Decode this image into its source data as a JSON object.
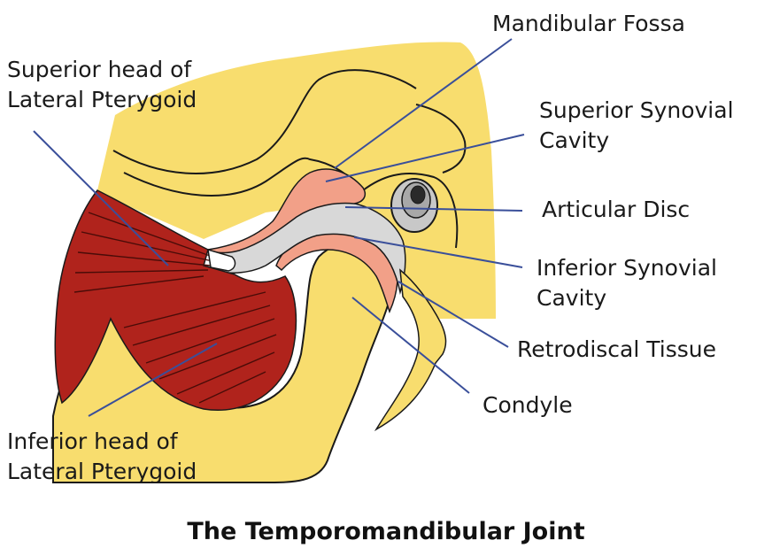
{
  "title": "The Temporomandibular Joint",
  "labels": {
    "mandibular_fossa": "Mandibular Fossa",
    "superior_head": [
      "Superior head of",
      "Lateral Pterygoid"
    ],
    "superior_synovial": [
      "Superior Synovial",
      "Cavity"
    ],
    "articular_disc": "Articular Disc",
    "inferior_synovial": [
      "Inferior Synovial",
      "Cavity"
    ],
    "retrodiscal": "Retrodiscal Tissue",
    "condyle": "Condyle",
    "inferior_head": [
      "Inferior head of",
      "Lateral Pterygoid"
    ]
  },
  "colors": {
    "bone": "#f8dd6e",
    "muscle": "#b0231c",
    "synovial": "#f2a088",
    "disc": "#d8d8d8",
    "leader_line": "#3a4f9a",
    "outline": "#1a1a1a"
  }
}
